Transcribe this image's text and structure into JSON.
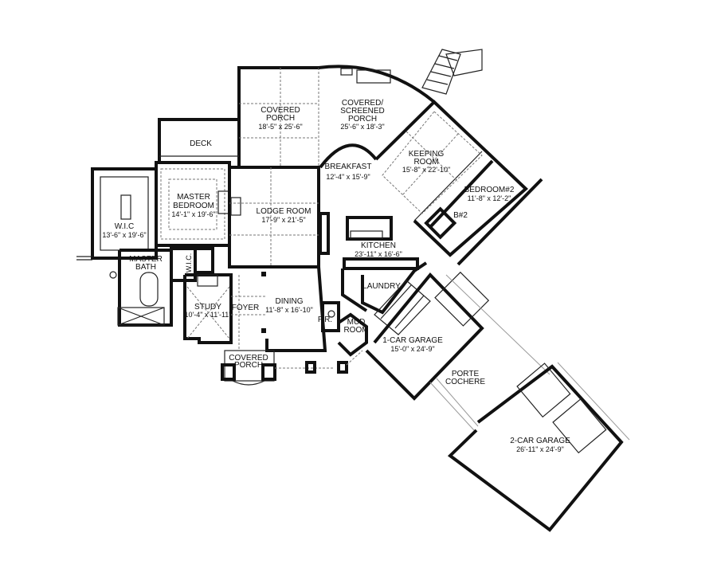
{
  "rooms": {
    "deck": {
      "name": "DECK"
    },
    "wic": {
      "name": "W.I.C",
      "size": "13'-6\" x 19'-6\""
    },
    "master_bedroom": {
      "name1": "MASTER",
      "name2": "BEDROOM",
      "size": "14'-1\" x 19'-6\""
    },
    "master_bath": {
      "name1": "MASTER",
      "name2": "BATH"
    },
    "wic_small": {
      "name": "W.I.C."
    },
    "covered_porch_rear": {
      "name1": "COVERED",
      "name2": "PORCH",
      "size": "18'-5\" x 25'-6\""
    },
    "screened_porch": {
      "name1": "COVERED/",
      "name2": "SCREENED",
      "name3": "PORCH",
      "size": "25'-6\" x 18'-3\""
    },
    "breakfast": {
      "name": "BREAKFAST",
      "size": "12'-4\" x 15'-9\""
    },
    "keeping_room": {
      "name1": "KEEPING",
      "name2": "ROOM",
      "size": "15'-8\" x 22'-10\""
    },
    "bedroom2": {
      "name": "BEDROOM#2",
      "size": "11'-8\" x 12'-2\""
    },
    "bath2": {
      "name": "B#2"
    },
    "lodge_room": {
      "name": "LODGE ROOM",
      "size": "17'-9\" x 21'-5\""
    },
    "kitchen": {
      "name": "KITCHEN",
      "size": "23'-11\" x 16'-6\""
    },
    "laundry": {
      "name": "LAUNDRY"
    },
    "study": {
      "name": "STUDY",
      "size": "10'-4\" x 11'-11\""
    },
    "foyer": {
      "name": "FOYER"
    },
    "dining": {
      "name": "DINING",
      "size": "11'-8\" x 16'-10\""
    },
    "powder_room": {
      "name": "P.R."
    },
    "mud_room": {
      "name1": "MUD",
      "name2": "ROOM"
    },
    "covered_porch_front": {
      "name1": "COVERED",
      "name2": "PORCH"
    },
    "garage1": {
      "name": "1-CAR GARAGE",
      "size": "15'-0\" x 24'-9\""
    },
    "porte_cochere": {
      "name1": "PORTE",
      "name2": "COCHERE"
    },
    "garage2": {
      "name": "2-CAR GARAGE",
      "size": "26'-11\" x 24'-9\""
    }
  }
}
